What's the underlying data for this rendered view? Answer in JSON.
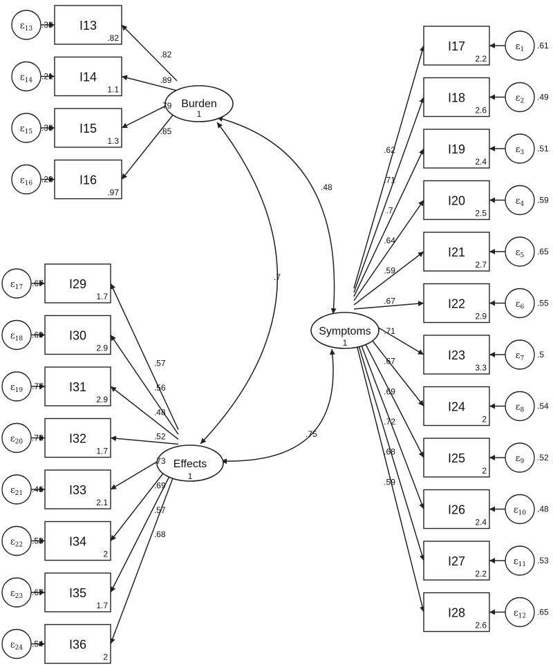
{
  "latents": {
    "burden": {
      "label": "Burden",
      "var": "1"
    },
    "effects": {
      "label": "Effects",
      "var": "1"
    },
    "symptoms": {
      "label": "Symptoms",
      "var": "1"
    }
  },
  "covariances": {
    "burden_symptoms": ".48",
    "burden_effects": ".7",
    "effects_symptoms": ".75"
  },
  "burden_items": [
    {
      "name": "I13",
      "intercept": ".82",
      "loading": ".82",
      "error": "13",
      "error_var": ".33"
    },
    {
      "name": "I14",
      "intercept": "1.1",
      "loading": ".89",
      "error": "14",
      "error_var": ".21"
    },
    {
      "name": "I15",
      "intercept": "1.3",
      "loading": ".79",
      "error": "15",
      "error_var": ".38"
    },
    {
      "name": "I16",
      "intercept": ".97",
      "loading": ".85",
      "error": "16",
      "error_var": ".28"
    }
  ],
  "effects_items": [
    {
      "name": "I29",
      "intercept": "1.7",
      "loading": ".57",
      "error": "17",
      "error_var": ".67"
    },
    {
      "name": "I30",
      "intercept": "2.9",
      "loading": ".56",
      "error": "18",
      "error_var": ".69"
    },
    {
      "name": "I31",
      "intercept": "2.9",
      "loading": ".48",
      "error": "19",
      "error_var": ".77"
    },
    {
      "name": "I32",
      "intercept": "1.7",
      "loading": ".52",
      "error": "20",
      "error_var": ".73"
    },
    {
      "name": "I33",
      "intercept": "2.1",
      "loading": ".73",
      "error": "21",
      "error_var": ".46"
    },
    {
      "name": "I34",
      "intercept": "2",
      "loading": ".69",
      "error": "22",
      "error_var": ".53"
    },
    {
      "name": "I35",
      "intercept": "1.7",
      "loading": ".57",
      "error": "23",
      "error_var": ".67"
    },
    {
      "name": "I36",
      "intercept": "2",
      "loading": ".68",
      "error": "24",
      "error_var": ".54"
    }
  ],
  "symptoms_items": [
    {
      "name": "I17",
      "intercept": "2.2",
      "loading": ".62",
      "error": "1",
      "error_var": ".61"
    },
    {
      "name": "I18",
      "intercept": "2.6",
      "loading": ".71",
      "error": "2",
      "error_var": ".49"
    },
    {
      "name": "I19",
      "intercept": "2.4",
      "loading": ".7",
      "error": "3",
      "error_var": ".51"
    },
    {
      "name": "I20",
      "intercept": "2.5",
      "loading": ".64",
      "error": "4",
      "error_var": ".59"
    },
    {
      "name": "I21",
      "intercept": "2.7",
      "loading": ".59",
      "error": "5",
      "error_var": ".65"
    },
    {
      "name": "I22",
      "intercept": "2.9",
      "loading": ".67",
      "error": "6",
      "error_var": ".55"
    },
    {
      "name": "I23",
      "intercept": "3.3",
      "loading": ".71",
      "error": "7",
      "error_var": ".5"
    },
    {
      "name": "I24",
      "intercept": "2",
      "loading": ".67",
      "error": "8",
      "error_var": ".54"
    },
    {
      "name": "I25",
      "intercept": "2",
      "loading": ".69",
      "error": "9",
      "error_var": ".52"
    },
    {
      "name": "I26",
      "intercept": "2.4",
      "loading": ".72",
      "error": "10",
      "error_var": ".48"
    },
    {
      "name": "I27",
      "intercept": "2.2",
      "loading": ".68",
      "error": "11",
      "error_var": ".53"
    },
    {
      "name": "I28",
      "intercept": "2.6",
      "loading": ".59",
      "error": "12",
      "error_var": ".65"
    }
  ],
  "symbols": {
    "error_symbol": "ε"
  }
}
